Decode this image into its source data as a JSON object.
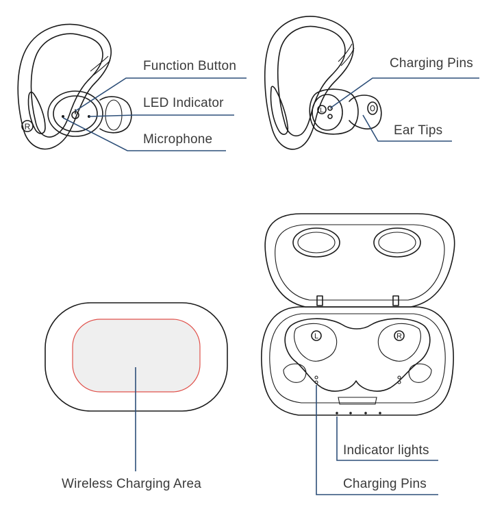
{
  "labels": {
    "function_button": "Function Button",
    "led_indicator": "LED Indicator",
    "microphone": "Microphone",
    "charging_pins_earbud": "Charging Pins",
    "ear_tips": "Ear Tips",
    "wireless_charging_area": "Wireless Charging Area",
    "indicator_lights": "Indicator lights",
    "charging_pins_case": "Charging Pins"
  },
  "markings": {
    "right": "R",
    "left": "L"
  },
  "colors": {
    "leader_line": "#2c4e78",
    "outline": "#1a1a1a",
    "charging_area_fill": "#efefef",
    "charging_area_border": "#e0504a",
    "label_text": "#3a3a3a"
  }
}
